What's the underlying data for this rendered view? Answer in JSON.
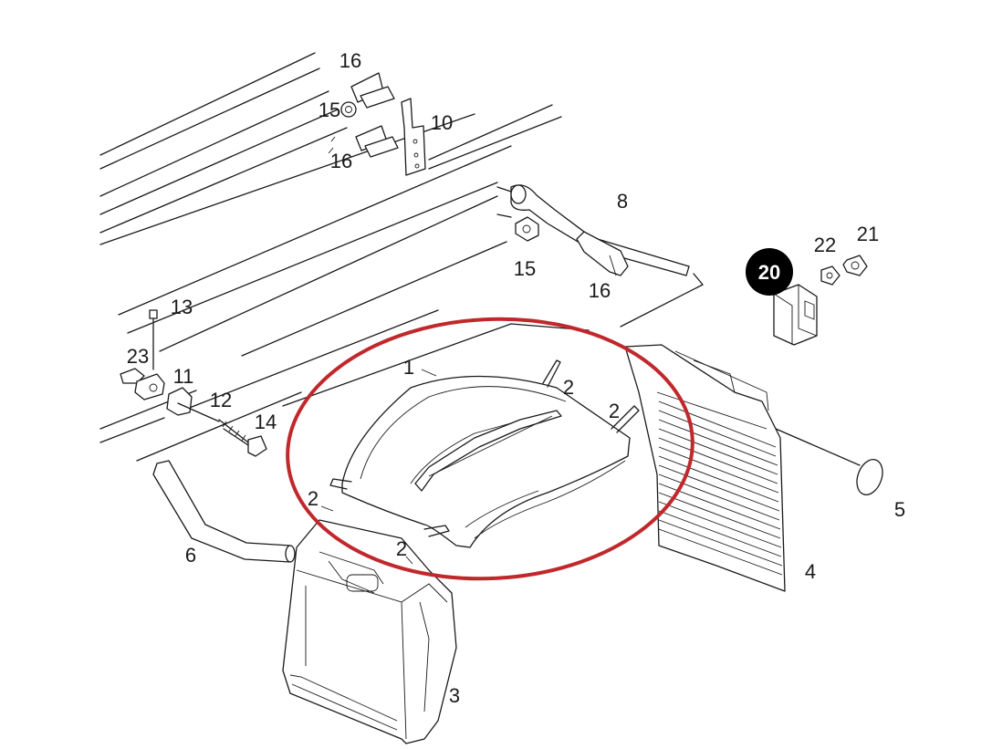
{
  "labels": {
    "p1": "1",
    "p2a": "2",
    "p2b": "2",
    "p2c": "2",
    "p2d": "2",
    "p3": "3",
    "p4": "4",
    "p5": "5",
    "p6": "6",
    "p8": "8",
    "p10": "10",
    "p11": "11",
    "p12": "12",
    "p13": "13",
    "p14": "14",
    "p15a": "15",
    "p15b": "15",
    "p16a": "16",
    "p16b": "16",
    "p16c": "16",
    "p20": "20",
    "p21": "21",
    "p22": "22",
    "p23": "23"
  },
  "colors": {
    "line": "#1a1a1a",
    "highlight": "#c0282c",
    "badge": "#000000",
    "background": "#ffffff"
  }
}
